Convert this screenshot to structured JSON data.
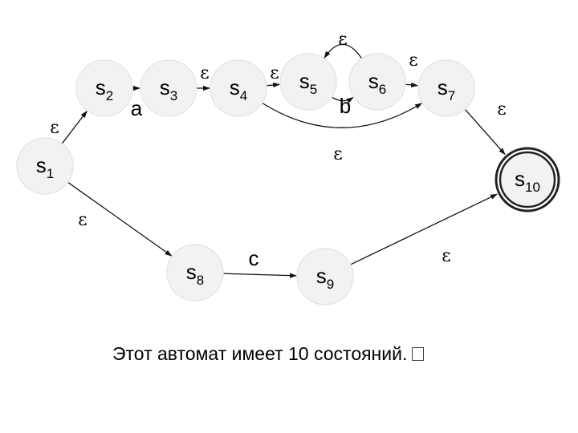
{
  "diagram": {
    "states": [
      {
        "id": "s1",
        "letter": "s",
        "index": "1",
        "final": false
      },
      {
        "id": "s2",
        "letter": "s",
        "index": "2",
        "final": false
      },
      {
        "id": "s3",
        "letter": "s",
        "index": "3",
        "final": false
      },
      {
        "id": "s4",
        "letter": "s",
        "index": "4",
        "final": false
      },
      {
        "id": "s5",
        "letter": "s",
        "index": "5",
        "final": false
      },
      {
        "id": "s6",
        "letter": "s",
        "index": "6",
        "final": false
      },
      {
        "id": "s7",
        "letter": "s",
        "index": "7",
        "final": false
      },
      {
        "id": "s8",
        "letter": "s",
        "index": "8",
        "final": false
      },
      {
        "id": "s9",
        "letter": "s",
        "index": "9",
        "final": false
      },
      {
        "id": "s10",
        "letter": "s",
        "index": "10",
        "final": true
      }
    ],
    "transitions": [
      {
        "from": "s1",
        "to": "s2",
        "label": "ε"
      },
      {
        "from": "s2",
        "to": "s3",
        "label": "a"
      },
      {
        "from": "s3",
        "to": "s4",
        "label": "ε"
      },
      {
        "from": "s4",
        "to": "s5",
        "label": "ε"
      },
      {
        "from": "s5",
        "to": "s6",
        "label": "b"
      },
      {
        "from": "s6",
        "to": "s5",
        "label": "ε"
      },
      {
        "from": "s6",
        "to": "s7",
        "label": "ε"
      },
      {
        "from": "s4",
        "to": "s7",
        "label": "ε"
      },
      {
        "from": "s7",
        "to": "s10",
        "label": "ε"
      },
      {
        "from": "s1",
        "to": "s8",
        "label": "ε"
      },
      {
        "from": "s8",
        "to": "s9",
        "label": "c"
      },
      {
        "from": "s9",
        "to": "s10",
        "label": "ε"
      }
    ]
  },
  "caption": "Этот автомат имеет 10 состояний."
}
